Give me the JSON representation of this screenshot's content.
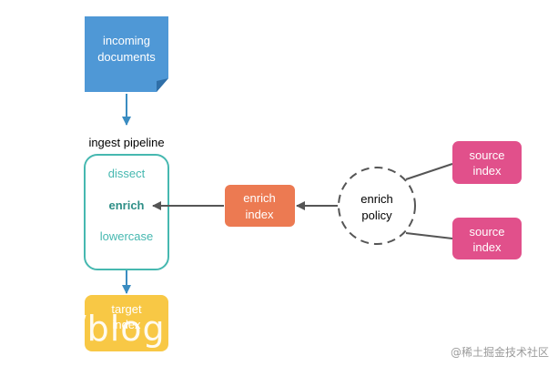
{
  "nodes": {
    "incoming": {
      "line1": "incoming",
      "line2": "documents"
    },
    "pipeline_title": "ingest pipeline",
    "processors": [
      "dissect",
      "enrich",
      "lowercase"
    ],
    "target": {
      "line1": "target",
      "line2": "index"
    },
    "enrich_index": {
      "line1": "enrich",
      "line2": "index"
    },
    "enrich_policy": {
      "line1": "enrich",
      "line2": "policy"
    },
    "source_1": {
      "line1": "source",
      "line2": "index"
    },
    "source_2": {
      "line1": "source",
      "line2": "index"
    }
  },
  "overlay_text": "//blog",
  "watermark": "@稀土掘金技术社区",
  "colors": {
    "incoming": "#4f98d6",
    "teal": "#46b8b0",
    "teal_bold": "#2f8f87",
    "arrow_blue": "#3a8cc1",
    "enrich_index": "#ec7a52",
    "source": "#e1508b",
    "target": "#f8c845",
    "gray": "#555555"
  }
}
